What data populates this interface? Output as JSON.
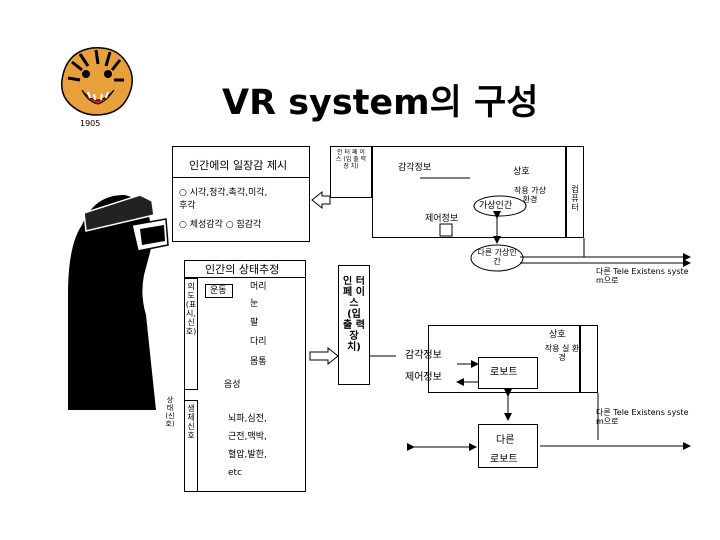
{
  "title": "VR system의 구성",
  "logo": {
    "label": "1905"
  },
  "presence": {
    "heading": "인간에의 일장감 제시",
    "bullet1_line1": "○ 시각,청각,촉각,미각,",
    "bullet1_line2": "후각",
    "bullet2": "○ 체성감각 ○ 힘감각"
  },
  "state": {
    "heading": "인간의 상태추정",
    "side_label": "의 도 (표 시, 신 호)",
    "items": [
      "머리",
      "눈",
      "팔",
      "다리",
      "몸통",
      "음성"
    ],
    "body_label": "생 체 신 호",
    "outer_label": "상 태 (신 호)",
    "bio_items": [
      "뇌파,심전,",
      "근전,맥박,",
      "혈압,발한,",
      "etc"
    ]
  },
  "upper_device": "인 터 페 이 스 (입 출 력 장 치)",
  "lower_device": "인 터 페 이 스 (입 출 력 장 치)",
  "virtual": {
    "sensory": "감각정보",
    "mutual": "상호",
    "interaction": "작용 가상 환경",
    "human": "가상인간",
    "control": "제어정보",
    "computer": "컴 퓨 터",
    "other": "다른 가상인간",
    "tele": "다른 Tele Existens system으로"
  },
  "robot": {
    "mutual": "상호",
    "interaction": "작용 실 환경",
    "sensory": "감각정보",
    "control": "제어정보",
    "robot": "로보트",
    "other_line1": "다른",
    "other_line2": "로보트",
    "tele": "다른 Tele Existens system으로"
  }
}
